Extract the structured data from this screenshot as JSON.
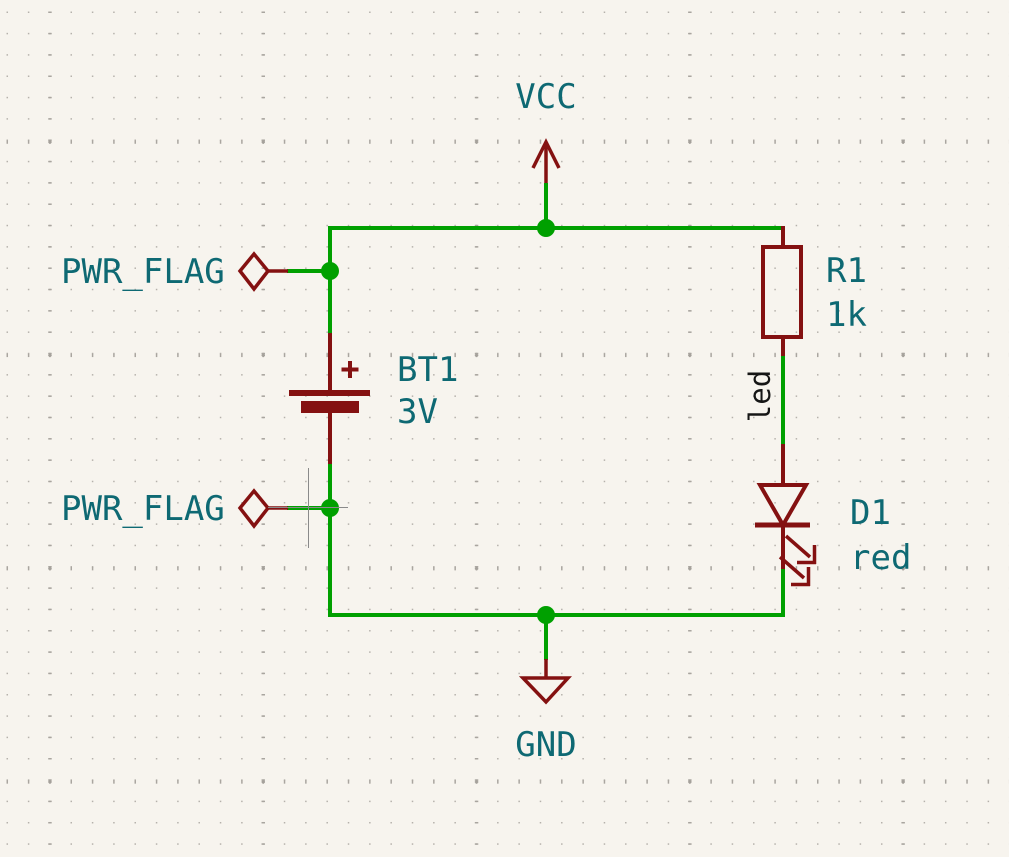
{
  "canvas": {
    "background_color": "#F7F4EE",
    "grid_minor_color": "#B5B1AB",
    "grid_major_color": "#A5A19B"
  },
  "colors": {
    "wire_green": "#00A000",
    "symbol_maroon": "#841111",
    "field_text_teal": "#0E6973",
    "net_label_black": "#161616",
    "crosshair_gray": "#8A8A8A"
  },
  "power": {
    "vcc_label": "VCC",
    "gnd_label": "GND",
    "pwr_flag_top_label": "PWR_FLAG",
    "pwr_flag_bottom_label": "PWR_FLAG"
  },
  "components": {
    "battery": {
      "ref": "BT1",
      "value": "3V"
    },
    "resistor": {
      "ref": "R1",
      "value": "1k"
    },
    "led": {
      "ref": "D1",
      "value": "red"
    }
  },
  "nets": {
    "led_label": "led"
  }
}
